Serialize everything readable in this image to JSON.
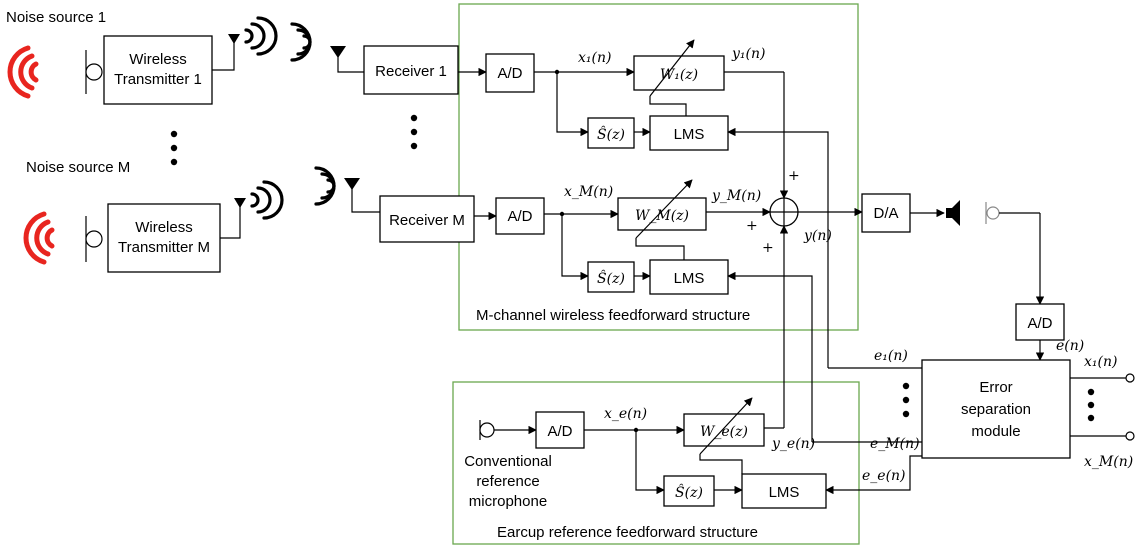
{
  "noise_source_1": "Noise source 1",
  "noise_source_m": "Noise source M",
  "tx1": [
    "Wireless",
    "Transmitter 1"
  ],
  "txm": [
    "Wireless",
    "Transmitter M"
  ],
  "receiver_1": "Receiver 1",
  "receiver_m": "Receiver M",
  "ad": "A/D",
  "da": "D/A",
  "lms": "LMS",
  "x1n": "x₁(n)",
  "w1z": "W₁(z)",
  "y1n": "y₁(n)",
  "xmn": "x_M(n)",
  "wmz": "W_M(z)",
  "ymn": "y_M(n)",
  "shat": "Ŝ(z)",
  "plus": "+",
  "yn": "y(n)",
  "group_wireless": "M-channel wireless feedforward structure",
  "group_earcup": "Earcup reference feedforward  structure",
  "xen": "x_e(n)",
  "wez": "W_e(z)",
  "yen": "y_e(n)",
  "conv_mic": [
    "Conventional",
    "reference",
    "microphone"
  ],
  "e1n": "e₁(n)",
  "emn": "e_M(n)",
  "een": "e_e(n)",
  "en": "e(n)",
  "error_module": [
    "Error",
    "separation",
    "module"
  ],
  "x1n_out": "x₁(n)",
  "xmn_out": "x_M(n)",
  "colors": {
    "group_border": "#6aa84f",
    "noise_waves": "#e8251f"
  }
}
